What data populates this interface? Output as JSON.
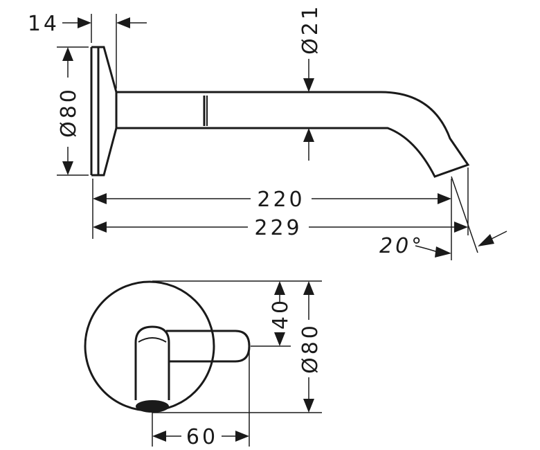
{
  "dimensions": {
    "wall_offset": "14",
    "rosette_diameter_side": "Ø80",
    "spout_diameter": "Ø21",
    "reach_220": "220",
    "reach_229": "229",
    "angle": "20°",
    "rosette_diameter_front": "Ø80",
    "spout_height": "40",
    "spout_width": "60"
  }
}
